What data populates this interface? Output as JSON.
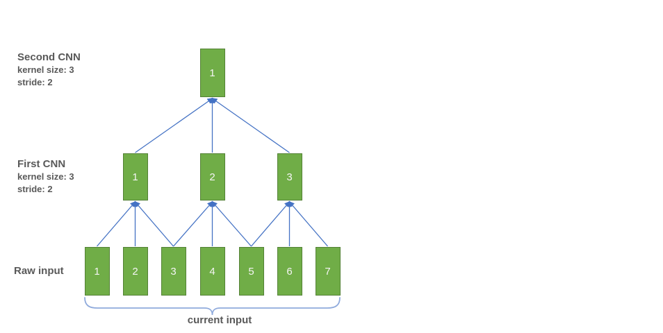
{
  "colors": {
    "box_fill": "#70AD47",
    "box_border": "#538135",
    "arrow_blue": "#4472C4",
    "brace_blue": "#8FAADC",
    "label_gray": "#595959",
    "node_text": "#FFFFFF"
  },
  "layers": {
    "second_cnn": {
      "name": "Second CNN",
      "kernel": "kernel size: 3",
      "stride": "stride: 2",
      "nodes": [
        "1"
      ]
    },
    "first_cnn": {
      "name": "First CNN",
      "kernel": "kernel size: 3",
      "stride": "stride: 2",
      "nodes": [
        "1",
        "2",
        "3"
      ]
    },
    "raw_input": {
      "name": "Raw input",
      "nodes": [
        "1",
        "2",
        "3",
        "4",
        "5",
        "6",
        "7"
      ]
    }
  },
  "brace_label": "current input",
  "connections": {
    "raw_to_first": [
      [
        1,
        1
      ],
      [
        2,
        1
      ],
      [
        3,
        1
      ],
      [
        3,
        2
      ],
      [
        4,
        2
      ],
      [
        5,
        2
      ],
      [
        5,
        3
      ],
      [
        6,
        3
      ],
      [
        7,
        3
      ]
    ],
    "first_to_second": [
      [
        1,
        1
      ],
      [
        2,
        1
      ],
      [
        3,
        1
      ]
    ]
  }
}
